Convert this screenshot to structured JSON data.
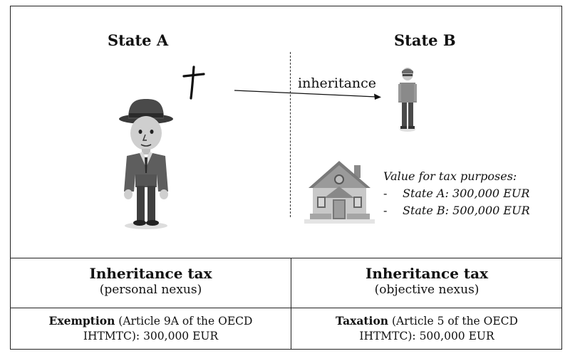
{
  "states": {
    "a": "State A",
    "b": "State B"
  },
  "arrow_label": "inheritance",
  "value_block": {
    "heading": "Value for tax purposes:",
    "items": [
      {
        "dash": "-",
        "text": "State A: 300,000 EUR"
      },
      {
        "dash": "-",
        "text": "State B: 500,000 EUR"
      }
    ]
  },
  "table": {
    "left": {
      "title": "Inheritance tax",
      "subtitle": "(personal nexus)",
      "note_bold": "Exemption",
      "note_line1": " (Article 9A of the OECD",
      "note_line2": "IHTMTC): 300,000 EUR"
    },
    "right": {
      "title": "Inheritance tax",
      "subtitle": "(objective nexus)",
      "note_bold": "Taxation",
      "note_line1": " (Article 5 of the OECD",
      "note_line2": "IHTMTC): 500,000 EUR"
    }
  },
  "icons": {
    "cross": "latin-cross-icon",
    "deceased": "man-in-hat-icon",
    "heir": "young-man-icon",
    "house": "house-icon"
  },
  "colors": {
    "line": "#222222",
    "figure_gray": "#6b6b6b"
  }
}
